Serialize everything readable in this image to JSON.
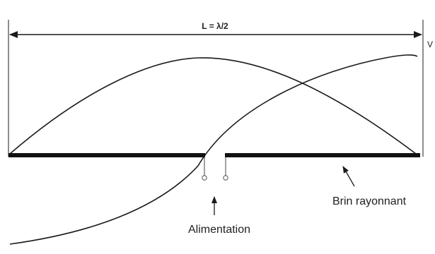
{
  "length_label": "L = λ/2",
  "edge_label": "V",
  "radiator_label": "Brin rayonnant",
  "feed_label": "Alimentation",
  "colors": {
    "line": "#1a1a1a",
    "text": "#222222",
    "background": "#ffffff"
  }
}
